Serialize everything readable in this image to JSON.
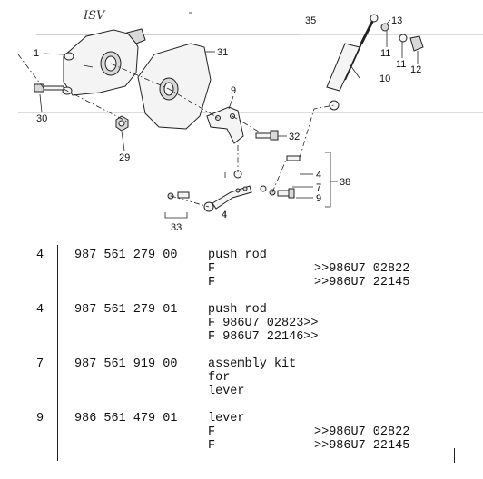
{
  "diagram": {
    "corner_mark": "ISV",
    "callouts": [
      "1",
      "31",
      "30",
      "29",
      "9",
      "32",
      "35",
      "13",
      "11",
      "11",
      "12",
      "10",
      "4",
      "7",
      "9",
      "38",
      "33",
      "4"
    ]
  },
  "entries": [
    {
      "pos": "4",
      "part_number": "987 561 279 00",
      "lines": [
        {
          "desc": "push rod",
          "note": ""
        },
        {
          "desc": "F",
          "note": ">>986U7 02822"
        },
        {
          "desc": "F",
          "note": ">>986U7 22145"
        }
      ]
    },
    {
      "pos": "4",
      "part_number": "987 561 279 01",
      "lines": [
        {
          "desc": "push rod",
          "note": ""
        },
        {
          "desc": "F 986U7 02823>>",
          "note": ""
        },
        {
          "desc": "F 986U7 22146>>",
          "note": ""
        }
      ]
    },
    {
      "pos": "7",
      "part_number": "987 561 919 00",
      "lines": [
        {
          "desc": "assembly kit",
          "note": ""
        },
        {
          "desc": "for",
          "note": ""
        },
        {
          "desc": "lever",
          "note": ""
        }
      ]
    },
    {
      "pos": "9",
      "part_number": "986 561 479 01",
      "lines": [
        {
          "desc": "lever",
          "note": ""
        },
        {
          "desc": "F",
          "note": ">>986U7 02822"
        },
        {
          "desc": "F",
          "note": ">>986U7 22145"
        }
      ]
    }
  ]
}
